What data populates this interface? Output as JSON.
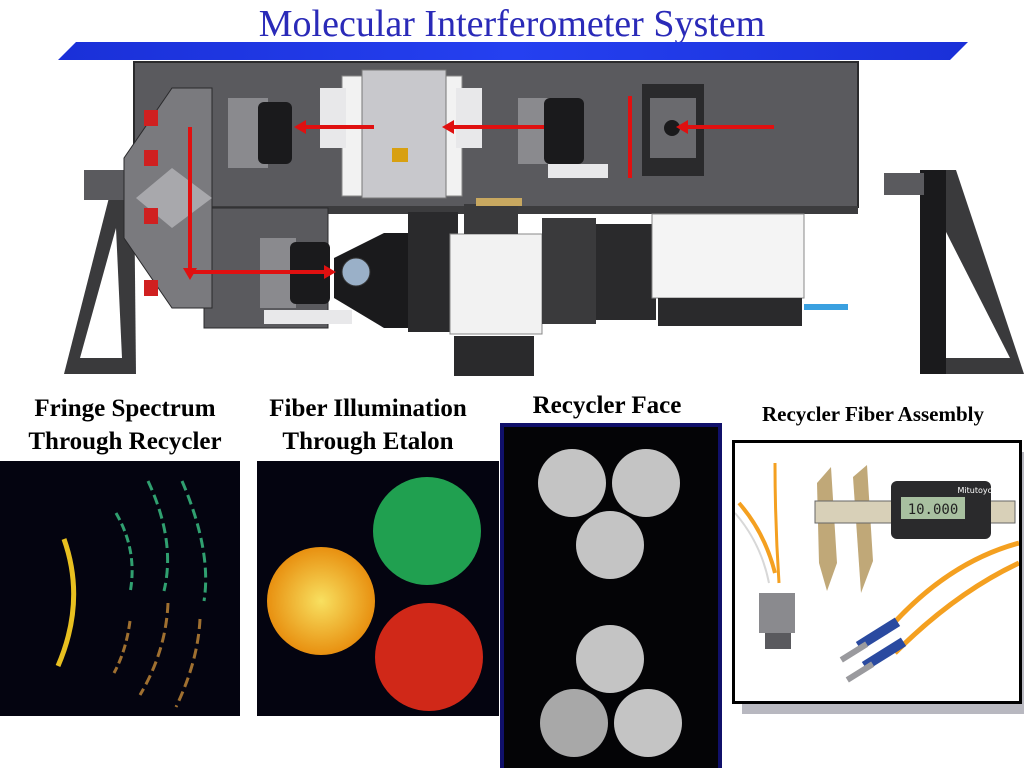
{
  "title": "Molecular Interferometer System",
  "captions": {
    "fringe_line1": "Fringe Spectrum",
    "fringe_line2": "Through Recycler",
    "fiber_line1": "Fiber Illumination",
    "fiber_line2": "Through Etalon",
    "recycler_face": "Recycler Face",
    "recycler_assembly": "Recycler Fiber Assembly"
  },
  "caliper_readout": "10.000",
  "caliper_brand": "Mitutoyo",
  "colors": {
    "title": "#2a2ab8",
    "title_bar": "#1a30d8",
    "beam_arrows": "#e01010",
    "instrument": "#5a5a5e",
    "fiber_orange": "#f4a020",
    "fiber_green": "#20a050",
    "fiber_red": "#d02818"
  }
}
